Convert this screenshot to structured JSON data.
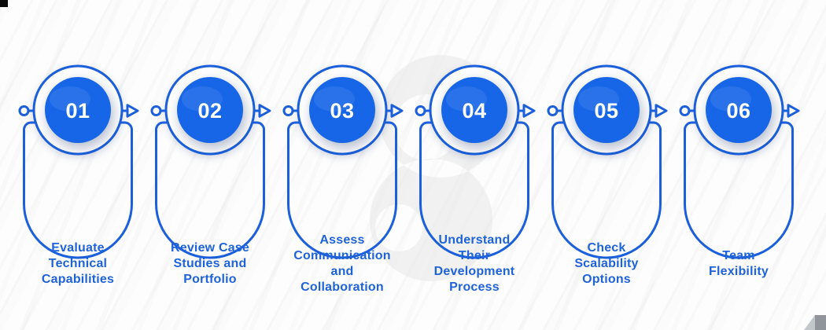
{
  "colors": {
    "accent": "#1b5fdb",
    "circle_fill": "#1766e8",
    "number_text": "#ffffff",
    "label_text": "#1e63d9",
    "watermark": "#e8e8e8",
    "background": "#fdfdfd",
    "corner_marker": "#0a0a0a",
    "corner_fold_dark": "#8f959b",
    "corner_fold_light": "#c2c7cc"
  },
  "icons": {
    "connector_node": "open-circle",
    "arrow": "right-triangle-outline",
    "watermark": "logo-watermark"
  },
  "steps": [
    {
      "number": "01",
      "label": "Evaluate\nTechnical\nCapabilities"
    },
    {
      "number": "02",
      "label": "Review Case\nStudies and\nPortfolio"
    },
    {
      "number": "03",
      "label": "Assess\nCommunication\nand\nCollaboration"
    },
    {
      "number": "04",
      "label": "Understand\nTheir\nDevelopment\nProcess"
    },
    {
      "number": "05",
      "label": "Check\nScalability\nOptions"
    },
    {
      "number": "06",
      "label": "Team\nFlexibility"
    }
  ]
}
